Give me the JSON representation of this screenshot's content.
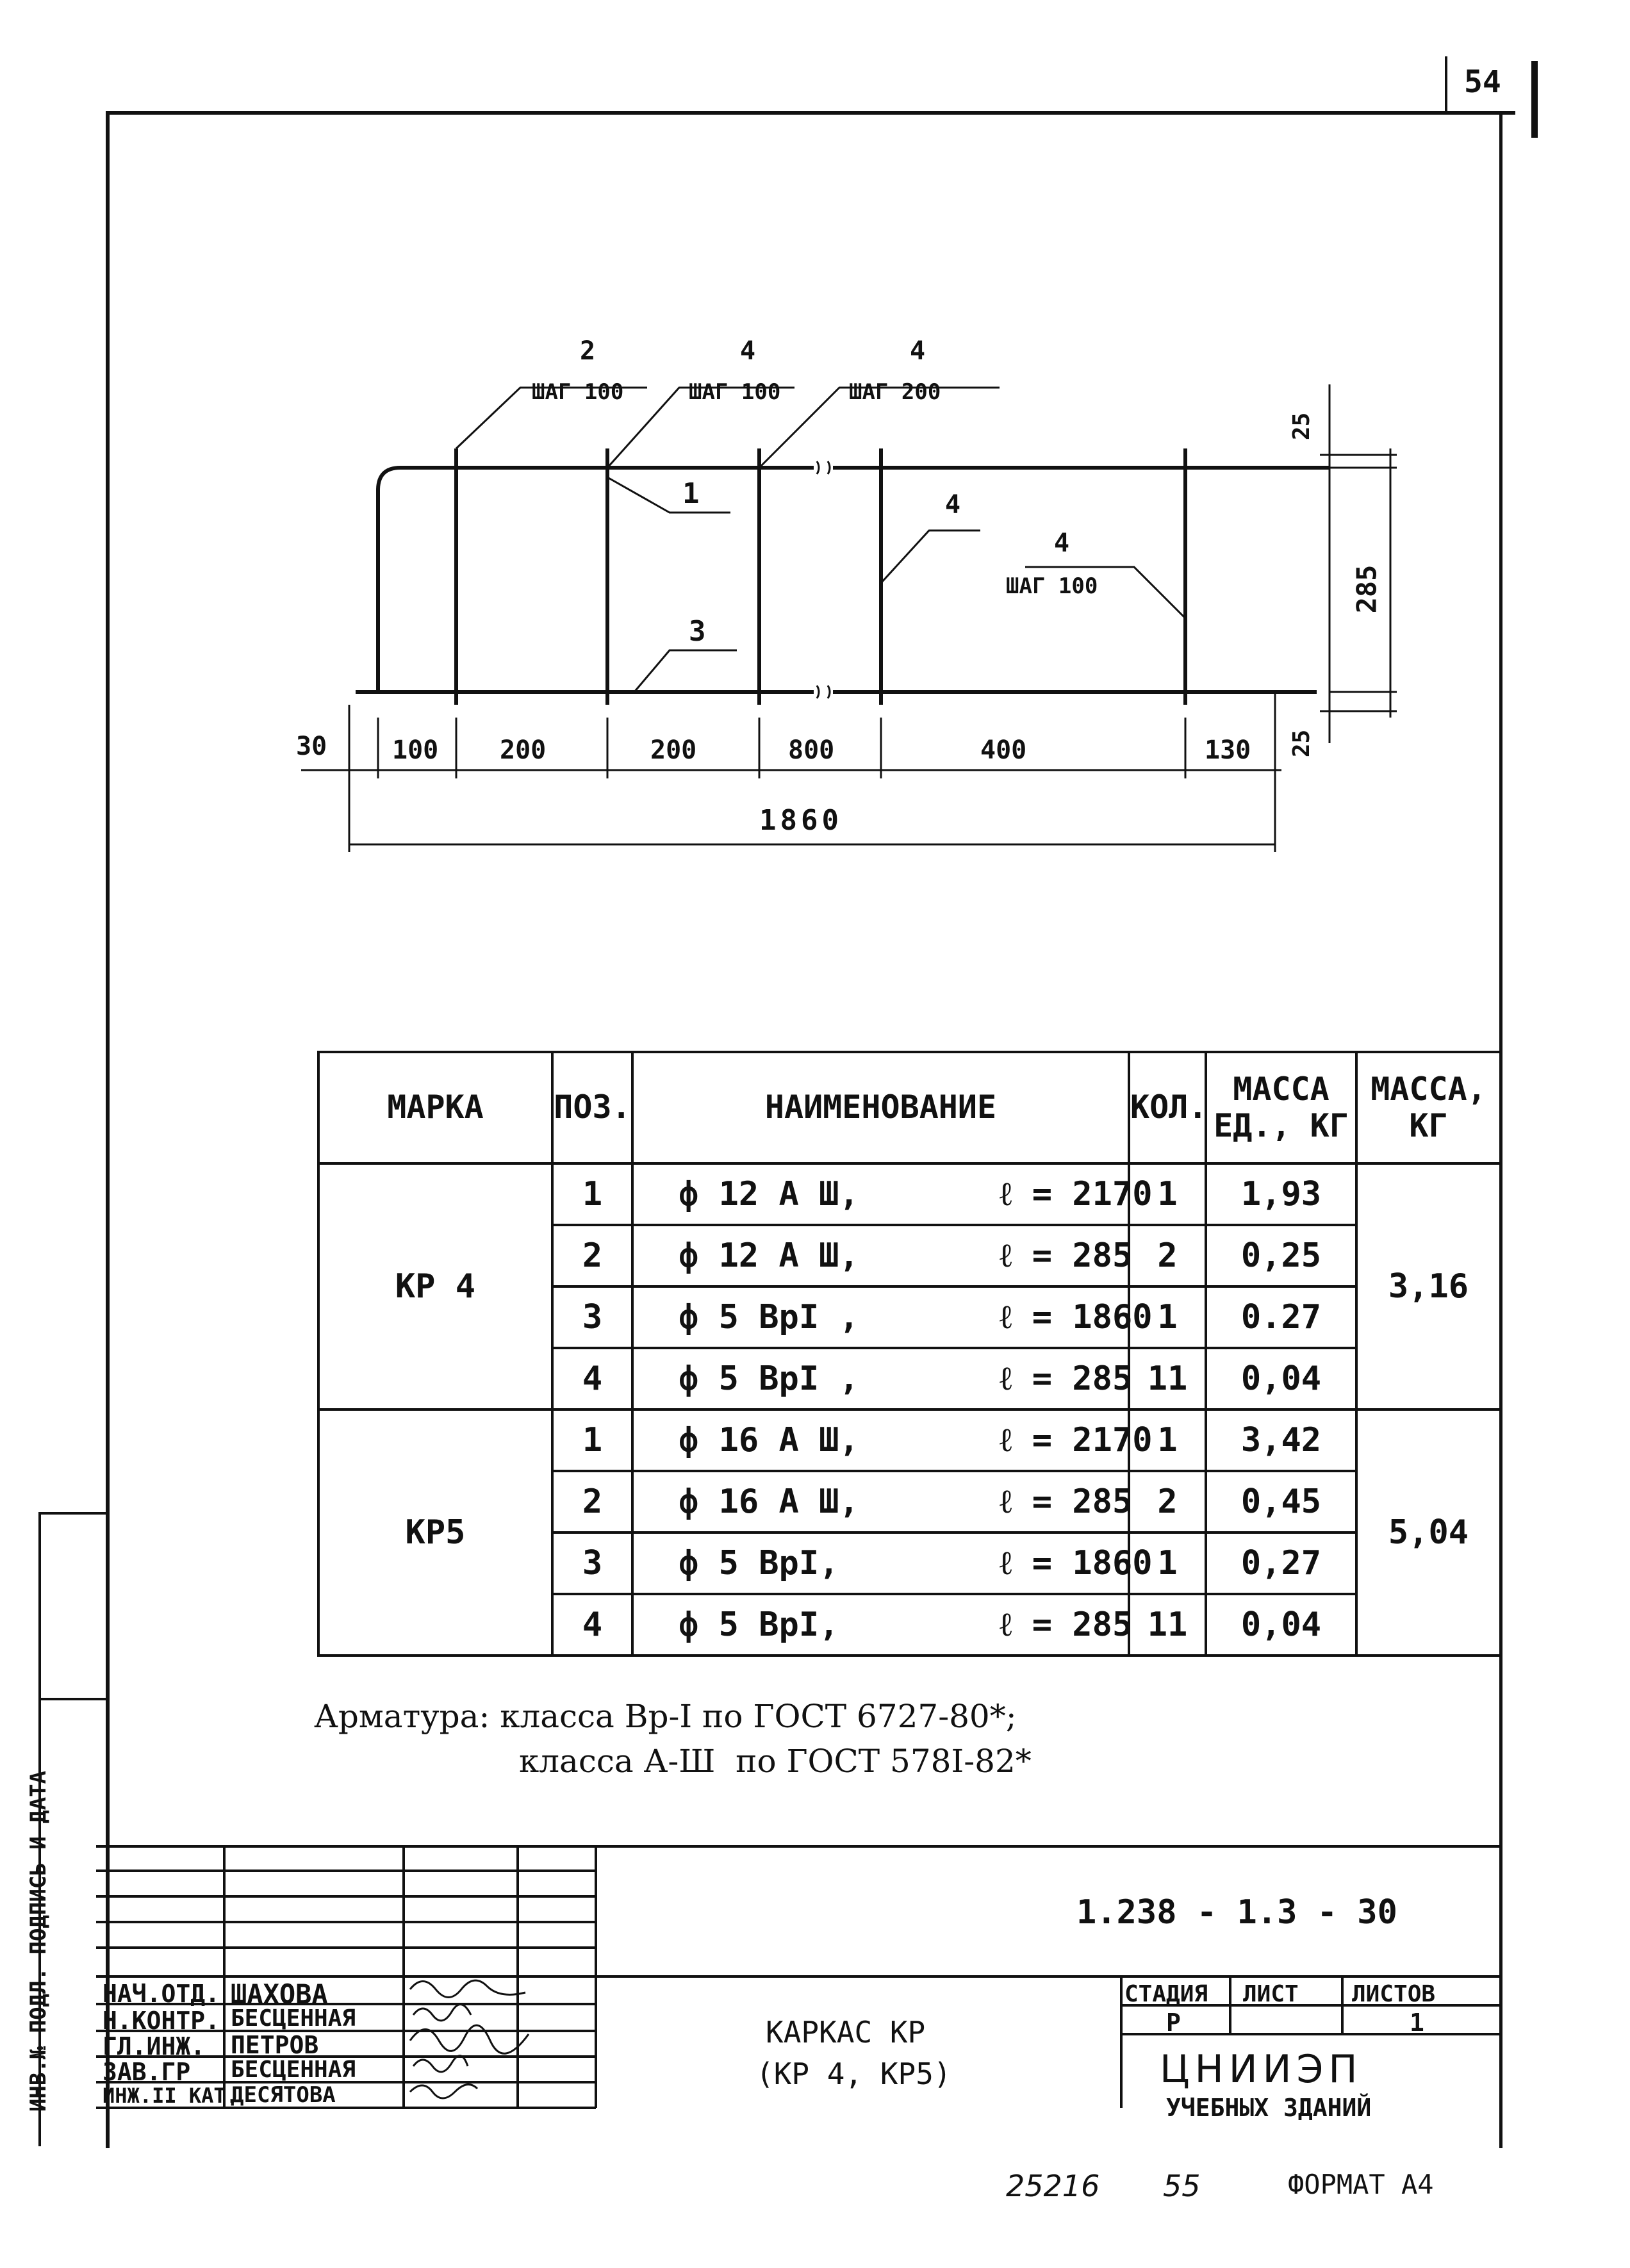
{
  "sheet_number": "54",
  "drawing": {
    "labels": [
      {
        "top": "2",
        "bottom": "ШАГ 100"
      },
      {
        "top": "4",
        "bottom": "ШАГ 100"
      },
      {
        "top": "4",
        "bottom": "ШАГ 200"
      },
      {
        "top": "4",
        "bottom": ""
      },
      {
        "top": "4",
        "bottom": "ШАГ 100"
      }
    ],
    "pos1": "1",
    "pos3": "3",
    "dims": [
      "30",
      "100",
      "200",
      "200",
      "800",
      "400",
      "130"
    ],
    "total": "1860",
    "right_dims": [
      "25",
      "285",
      "25"
    ]
  },
  "table": {
    "headers": [
      "МАРКА",
      "ПОЗ.",
      "НАИМЕНОВАНИЕ",
      "КОЛ.",
      "МАССА ЕД., КГ",
      "МАССА, КГ"
    ],
    "groups": [
      {
        "mark": "КР 4",
        "total": "3,16",
        "rows": [
          {
            "pos": "1",
            "name": "ф 12 А Ш,       ℓ = 2170",
            "qty": "1",
            "mass": "1,93"
          },
          {
            "pos": "2",
            "name": "ф 12 А Ш,       ℓ = 285",
            "qty": "2",
            "mass": "0,25"
          },
          {
            "pos": "3",
            "name": "ф 5 ВрI ,       ℓ = 1860",
            "qty": "1",
            "mass": "0.27"
          },
          {
            "pos": "4",
            "name": "ф 5 ВрI ,       ℓ = 285",
            "qty": "11",
            "mass": "0,04"
          }
        ]
      },
      {
        "mark": "КР5",
        "total": "5,04",
        "rows": [
          {
            "pos": "1",
            "name": "ф 16 А Ш,       ℓ = 2170",
            "qty": "1",
            "mass": "3,42"
          },
          {
            "pos": "2",
            "name": "ф 16 А Ш,       ℓ = 285",
            "qty": "2",
            "mass": "0,45"
          },
          {
            "pos": "3",
            "name": "ф 5 ВрI,        ℓ = 1860",
            "qty": "1",
            "mass": "0,27"
          },
          {
            "pos": "4",
            "name": "ф 5 ВрI,        ℓ = 285",
            "qty": "11",
            "mass": "0,04"
          }
        ]
      }
    ]
  },
  "notes": {
    "line1": "Арматура: класса Вр-I по ГОСТ 6727-80*;",
    "line2": "класса А-Ш  по ГОСТ 578I-82*"
  },
  "title_block": {
    "code": "1.238 - 1.3 - 30",
    "roles": [
      "НАЧ.ОТД.",
      "Н.КОНТР.",
      "ГЛ.ИНЖ.",
      "ЗАВ.ГР",
      "ИНЖ.II КАТ."
    ],
    "names": [
      "ШАХОВА",
      "БЕСЦЕННАЯ",
      "ПЕТРОВ",
      "БЕСЦЕННАЯ",
      "ДЕСЯТОВА"
    ],
    "title_line1": "КАРКАС КР",
    "title_line2": "(КР 4, КР5)",
    "stage_header": "СТАДИЯ",
    "sheet_header": "ЛИСТ",
    "sheets_header": "ЛИСТОВ",
    "stage": "Р",
    "sheet": "",
    "sheets": "1",
    "org_line1": "ЦНИИЭП",
    "org_line2": "УЧЕБНЫХ ЗДАНИЙ"
  },
  "footer": {
    "number": "25216",
    "page": "55",
    "format": "ФОРМАТ А4"
  },
  "side_stamp": "ИНВ.№ ПОДЛ. ПОДПИСЬ И ДАТА"
}
